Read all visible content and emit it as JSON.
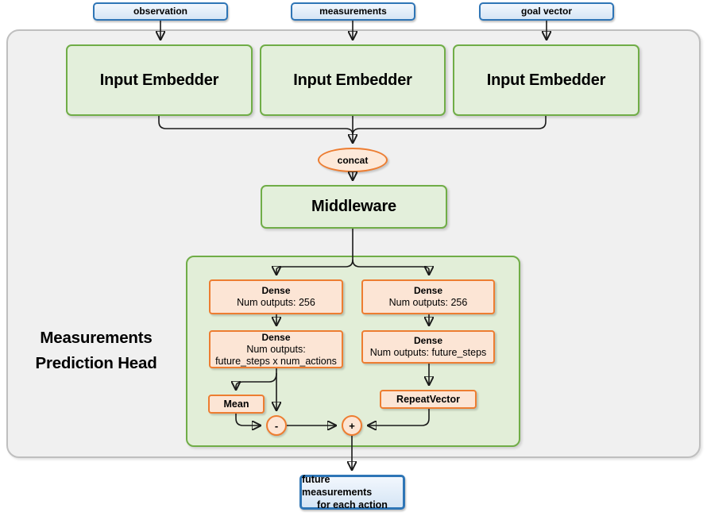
{
  "diagram": {
    "inputs": [
      {
        "label": "observation"
      },
      {
        "label": "measurements"
      },
      {
        "label": "goal vector"
      }
    ],
    "embedders": [
      {
        "label": "Input Embedder"
      },
      {
        "label": "Input Embedder"
      },
      {
        "label": "Input Embedder"
      }
    ],
    "concat": {
      "label": "concat"
    },
    "middleware": {
      "label": "Middleware"
    },
    "head": {
      "title_line1": "Measurements",
      "title_line2": "Prediction Head",
      "dense_left_1": {
        "line1": "Dense",
        "line2": "Num outputs: 256"
      },
      "dense_left_2": {
        "line1": "Dense",
        "line2": "Num outputs:",
        "line3": "future_steps x num_actions"
      },
      "dense_right_1": {
        "line1": "Dense",
        "line2": "Num outputs: 256"
      },
      "dense_right_2": {
        "line1": "Dense",
        "line2": "Num outputs: future_steps"
      },
      "mean": {
        "label": "Mean"
      },
      "repeat_vector": {
        "label": "RepeatVector"
      },
      "minus_op": {
        "label": "-"
      },
      "plus_op": {
        "label": "+"
      }
    },
    "output": {
      "line1": "future measurements",
      "line2": "for each action"
    },
    "colors": {
      "green_fill": "#e3efdb",
      "green_border": "#70ad47",
      "orange_fill": "#fce5d5",
      "orange_border": "#ed7d31",
      "blue_fill": "#d5e5f5",
      "blue_border": "#2e75b6",
      "frame_fill": "#f0f0f0",
      "frame_border": "#bfbfbf",
      "arrow": "#1a1a1a"
    }
  }
}
